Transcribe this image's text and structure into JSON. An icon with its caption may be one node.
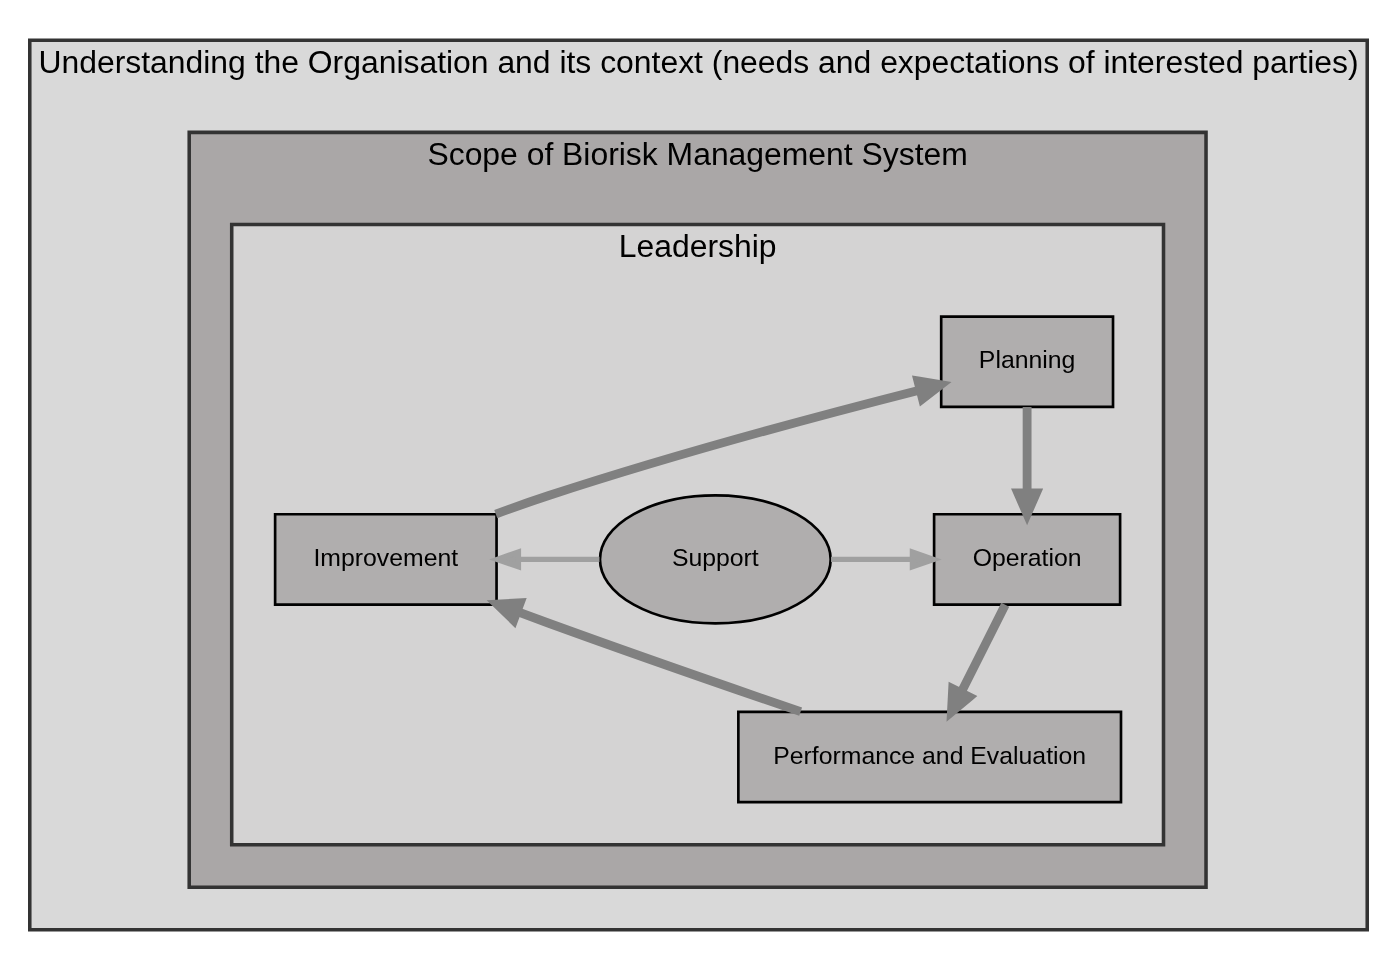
{
  "diagram": {
    "nodes": [
      {
        "text": [
          "Understanding the Organisation and its context (needs and expectations of interested parties)"
        ]
      },
      {
        "text": [
          "Scope of Biorisk Management System"
        ],
        "in": 0
      },
      {
        "text": [
          "Leadership"
        ],
        "in": 1
      },
      {
        "text": [
          "Planning"
        ],
        "in": 2
      },
      {
        "text": [
          "Improvement"
        ],
        "in": 2
      },
      {
        "text": [
          "Support"
        ],
        "in": 2
      },
      {
        "text": [
          "Operation"
        ],
        "in": 2
      },
      {
        "text": [
          "Performance and Evaluation"
        ],
        "in": 2
      }
    ],
    "edges": [
      {
        "from": 4,
        "to": 3,
        "arrow": "to"
      },
      {
        "from": 3,
        "to": 6,
        "arrow": "to"
      },
      {
        "from": 6,
        "to": 7,
        "arrow": "to"
      },
      {
        "from": 7,
        "to": 4,
        "arrow": "to"
      },
      {
        "from": 5,
        "to": 4,
        "arrow": "to",
        "color": "#a0a0a0"
      },
      {
        "from": 5,
        "to": 6,
        "arrow": "to",
        "color": "#a0a0a0"
      }
    ]
  }
}
